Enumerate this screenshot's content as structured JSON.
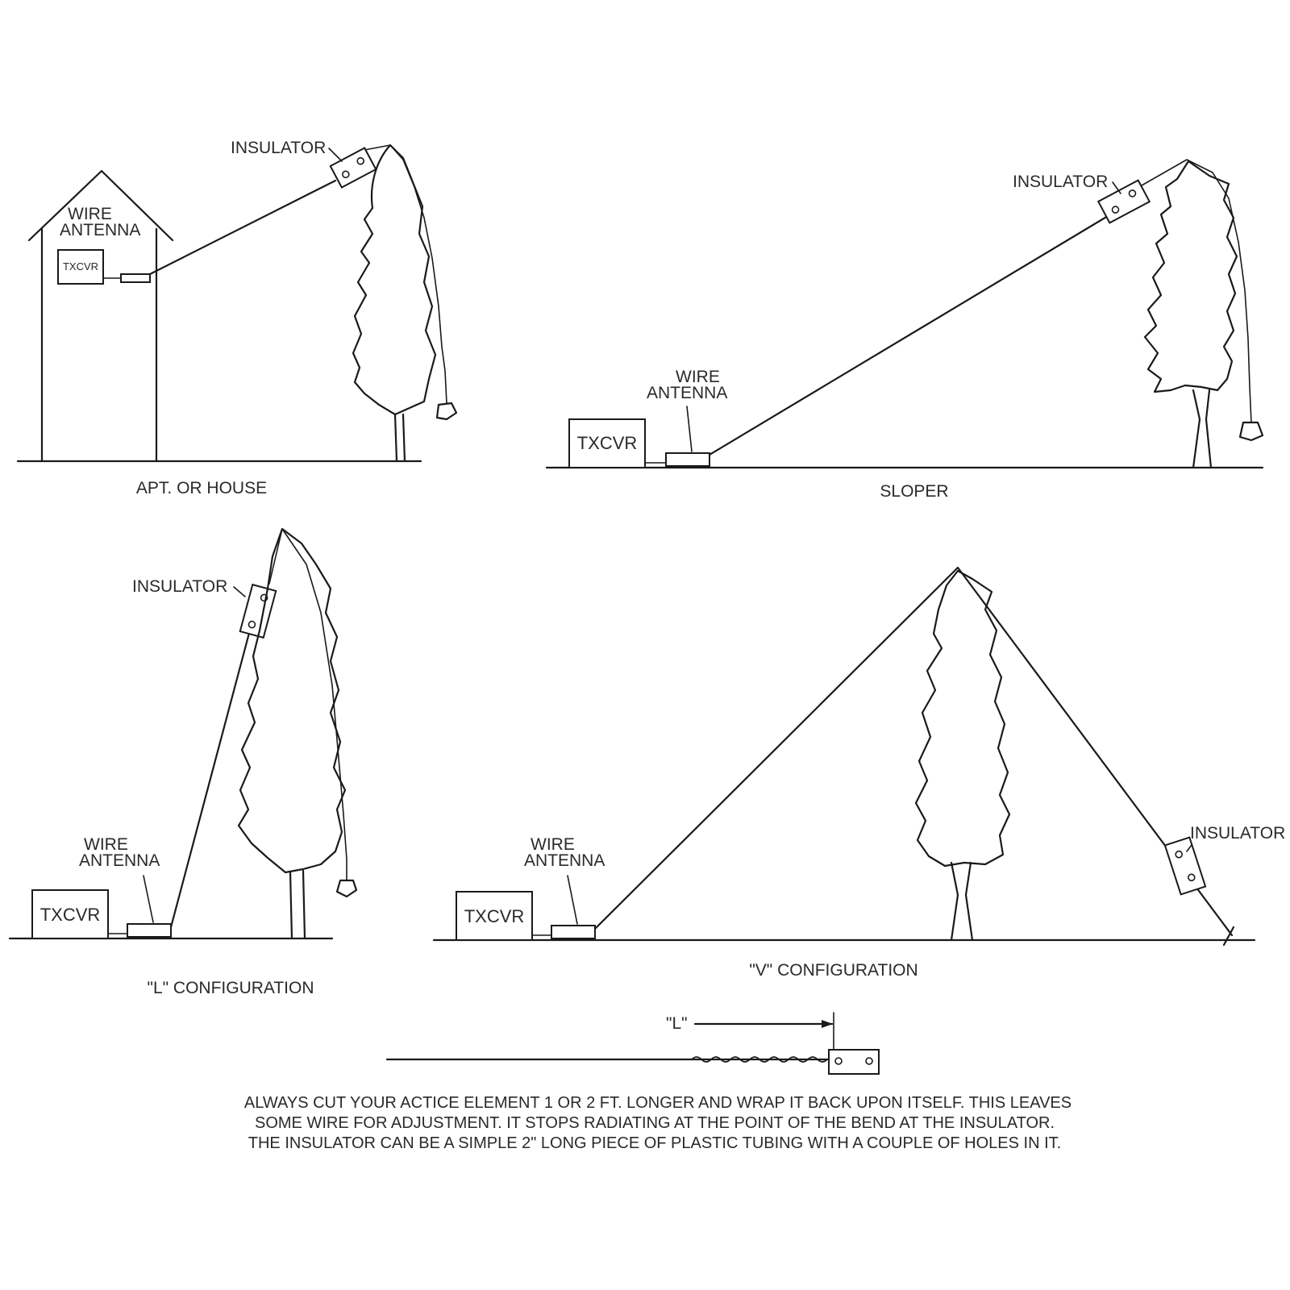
{
  "panels": {
    "house": {
      "insulator": "INSULATOR",
      "wire_line1": "WIRE",
      "wire_line2": "ANTENNA",
      "txcvr": "TXCVR",
      "caption": "APT. OR HOUSE"
    },
    "sloper": {
      "insulator": "INSULATOR",
      "wire_line1": "WIRE",
      "wire_line2": "ANTENNA",
      "txcvr": "TXCVR",
      "caption": "SLOPER"
    },
    "l_config": {
      "insulator": "INSULATOR",
      "wire_line1": "WIRE",
      "wire_line2": "ANTENNA",
      "txcvr": "TXCVR",
      "caption": "\"L\" CONFIGURATION"
    },
    "v_config": {
      "insulator": "INSULATOR",
      "wire_line1": "WIRE",
      "wire_line2": "ANTENNA",
      "txcvr": "TXCVR",
      "caption": "\"V\" CONFIGURATION"
    }
  },
  "detail": {
    "length_label": "\"L\"",
    "note_lines": [
      "ALWAYS CUT YOUR ACTICE ELEMENT 1 OR 2 FT. LONGER AND WRAP IT BACK UPON ITSELF. THIS LEAVES",
      "SOME WIRE FOR ADJUSTMENT. IT STOPS RADIATING AT THE POINT OF THE BEND AT THE INSULATOR.",
      "THE INSULATOR CAN BE A SIMPLE 2\" LONG  PIECE OF PLASTIC TUBING WITH A COUPLE OF HOLES IN IT."
    ]
  }
}
